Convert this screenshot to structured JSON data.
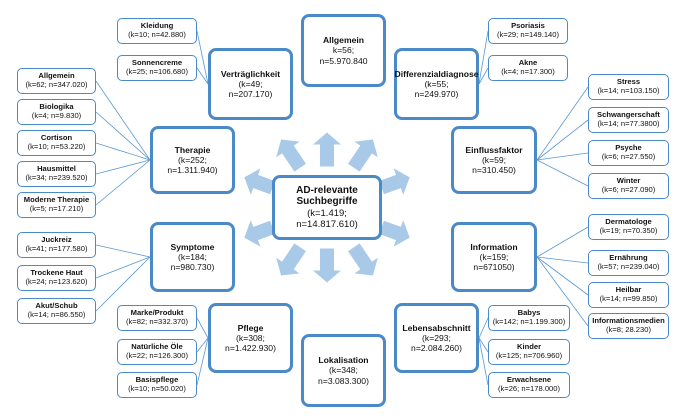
{
  "center": {
    "label": "AD-relevante Suchbegriffe",
    "k": "(k=1.419;",
    "n": "n=14.817.610)"
  },
  "main": [
    {
      "id": "allgemein",
      "label": "Allgemein",
      "k": "k=56;",
      "n": "n=5.970.840"
    },
    {
      "id": "vertraeglichkeit",
      "label": "Verträglichkeit",
      "k": "(k=49;",
      "n": "n=207.170)"
    },
    {
      "id": "differenzialdiagnose",
      "label": "Differenzialdiagnose",
      "k": "(k=55;",
      "n": "n=249.970)"
    },
    {
      "id": "therapie",
      "label": "Therapie",
      "k": "(k=252;",
      "n": "n=1.311.940)"
    },
    {
      "id": "einflussfaktor",
      "label": "Einflussfaktor",
      "k": "(k=59;",
      "n": "n=310.450)"
    },
    {
      "id": "symptome",
      "label": "Symptome",
      "k": "(k=184;",
      "n": "n=980.730)"
    },
    {
      "id": "information",
      "label": "Information",
      "k": "(k=159;",
      "n": "n=671050)"
    },
    {
      "id": "pflege",
      "label": "Pflege",
      "k": "(k=308;",
      "n": "n=1.422.930)"
    },
    {
      "id": "lokalisation",
      "label": "Lokalisation",
      "k": "(k=348;",
      "n": "n=3.083.300)"
    },
    {
      "id": "lebensabschnitt",
      "label": "Lebensabschnitt",
      "k": "(k=293;",
      "n": "n=2.084.260)"
    }
  ],
  "sub": [
    {
      "id": "kleidung",
      "parent": "vertraeglichkeit",
      "label": "Kleidung",
      "stats": "(k=10; n=42.880)"
    },
    {
      "id": "sonnencreme",
      "parent": "vertraeglichkeit",
      "label": "Sonnencreme",
      "stats": "(k=25; n=106.680)"
    },
    {
      "id": "psoriasis",
      "parent": "differenzialdiagnose",
      "label": "Psoriasis",
      "stats": "(k=29; n=149.140)"
    },
    {
      "id": "akne",
      "parent": "differenzialdiagnose",
      "label": "Akne",
      "stats": "(k=4; n=17.300)"
    },
    {
      "id": "allgemein-t",
      "parent": "therapie",
      "label": "Allgemein",
      "stats": "(k=62; n=347.020)"
    },
    {
      "id": "biologika",
      "parent": "therapie",
      "label": "Biologika",
      "stats": "(k=4; n=9.830)"
    },
    {
      "id": "cortison",
      "parent": "therapie",
      "label": "Cortison",
      "stats": "(k=10; n=53.220)"
    },
    {
      "id": "hausmittel",
      "parent": "therapie",
      "label": "Hausmittel",
      "stats": "(k=34; n=239.520)"
    },
    {
      "id": "moderne-therapie",
      "parent": "therapie",
      "label": "Moderne Therapie",
      "stats": "(k=5; n=17.210)"
    },
    {
      "id": "stress",
      "parent": "einflussfaktor",
      "label": "Stress",
      "stats": "(k=14; n=103.150)"
    },
    {
      "id": "schwangerschaft",
      "parent": "einflussfaktor",
      "label": "Schwangerschaft",
      "stats": "(k=14; n=77.3800)"
    },
    {
      "id": "psyche",
      "parent": "einflussfaktor",
      "label": "Psyche",
      "stats": "(k=6; n=27.550)"
    },
    {
      "id": "winter",
      "parent": "einflussfaktor",
      "label": "Winter",
      "stats": "(k=6; n=27.090)"
    },
    {
      "id": "juckreiz",
      "parent": "symptome",
      "label": "Juckreiz",
      "stats": "(k=41; n=177.580)"
    },
    {
      "id": "trockene-haut",
      "parent": "symptome",
      "label": "Trockene Haut",
      "stats": "(k=24; n=123.620)"
    },
    {
      "id": "akut-schub",
      "parent": "symptome",
      "label": "Akut/Schub",
      "stats": "(k=14; n=86.550)"
    },
    {
      "id": "dermatologe",
      "parent": "information",
      "label": "Dermatologe",
      "stats": "(k=19; n=70.350)"
    },
    {
      "id": "ernaehrung",
      "parent": "information",
      "label": "Ernährung",
      "stats": "(k=57; n=239.040)"
    },
    {
      "id": "heilbar",
      "parent": "information",
      "label": "Heilbar",
      "stats": "(k=14; n=99.850)"
    },
    {
      "id": "informationsmedien",
      "parent": "information",
      "label": "Informationsmedien",
      "stats": "(k=8; 28.230)"
    },
    {
      "id": "marke-produkt",
      "parent": "pflege",
      "label": "Marke/Produkt",
      "stats": "(k=82; n=332.370)"
    },
    {
      "id": "natuerliche-oele",
      "parent": "pflege",
      "label": "Natürliche Öle",
      "stats": "(k=22; n=126.300)"
    },
    {
      "id": "basispflege",
      "parent": "pflege",
      "label": "Basispflege",
      "stats": "(k=10; n=50.020)"
    },
    {
      "id": "babys",
      "parent": "lebensabschnitt",
      "label": "Babys",
      "stats": "(k=142; n=1.199.300)"
    },
    {
      "id": "kinder",
      "parent": "lebensabschnitt",
      "label": "Kinder",
      "stats": "(k=125; n=706.960)"
    },
    {
      "id": "erwachsene",
      "parent": "lebensabschnitt",
      "label": "Erwachsene",
      "stats": "(k=26; n=178.000)"
    }
  ],
  "colors": {
    "border": "#4a8ac9",
    "arrow": "#a9c9e8",
    "line": "#5a98d2"
  }
}
